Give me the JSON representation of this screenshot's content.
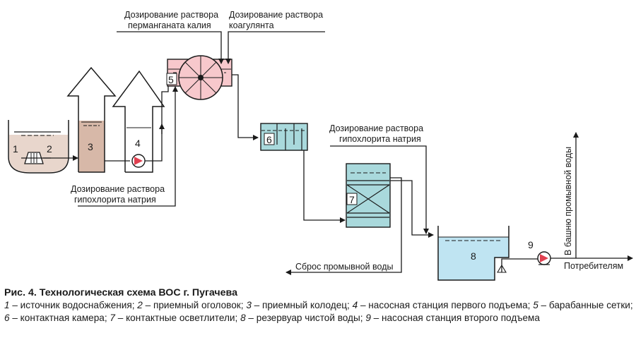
{
  "labels": {
    "dosing_kmno4_line1": "Дозирование раствора",
    "dosing_kmno4_line2": "перманганата калия",
    "dosing_coag_line1": "Дозирование раствора",
    "dosing_coag_line2": "коагулянта",
    "dosing_hypo_top_line1": "Дозирование раствора",
    "dosing_hypo_top_line2": "гипохлорита натрия",
    "dosing_hypo_bottom_line1": "Дозирование раствора",
    "dosing_hypo_bottom_line2": "гипохлорита натрия",
    "backwash_discharge": "Сброс промывной воды",
    "to_tower": "В башню промывной воды",
    "to_consumers": "Потребителям"
  },
  "numbers": [
    "1",
    "2",
    "3",
    "4",
    "5",
    "6",
    "7",
    "8",
    "9"
  ],
  "caption": {
    "title": "Рис. 4. Технологическая схема ВОС г. Пугачева",
    "items": [
      {
        "num": "1",
        "text": " – источник водоснабжения; "
      },
      {
        "num": "2",
        "text": " – приемный оголовок; "
      },
      {
        "num": "3",
        "text": " – приемный колодец; "
      },
      {
        "num": "4",
        "text": " – насосная станция первого подъема; "
      },
      {
        "num": "5",
        "text": " – барабанные сетки; "
      },
      {
        "num": "6",
        "text": " – контактная камера; "
      },
      {
        "num": "7",
        "text": " – контактные осветлители; "
      },
      {
        "num": "8",
        "text": " – резервуар чистой воды; "
      },
      {
        "num": "9",
        "text": " – насосная станция второго подъема"
      }
    ]
  },
  "colors": {
    "source_water": "#e8d6cc",
    "well": "#d7b8a8",
    "drum_screen": "#f7c8cc",
    "contact": "#a9d9dc",
    "reservoir": "#bfe4f2",
    "line": "#1a1a1a"
  }
}
